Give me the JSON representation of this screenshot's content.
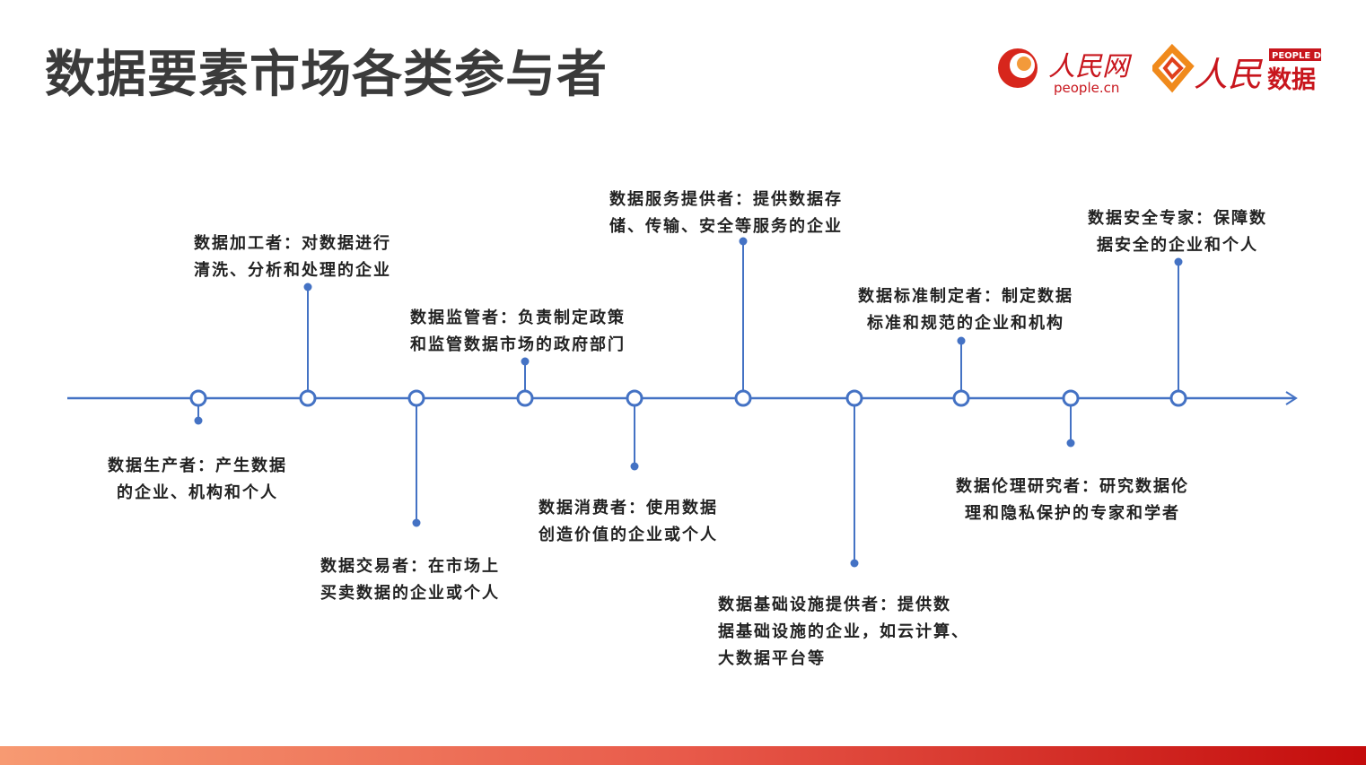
{
  "title": "数据要素市场各类参与者",
  "logos": {
    "people_cn": {
      "name": "人民网",
      "sub": "people.cn"
    },
    "people_data": {
      "name": "人民",
      "tag": "PEOPLE DATA",
      "sub": "数据"
    }
  },
  "colors": {
    "axis": "#4472C4",
    "title": "#3b3b3b"
  },
  "participants": [
    {
      "lines": [
        "数据生产者：产生数据",
        "的企业、机构和个人"
      ]
    },
    {
      "lines": [
        "数据加工者：对数据进行",
        "清洗、分析和处理的企业"
      ]
    },
    {
      "lines": [
        "数据交易者：在市场上",
        "买卖数据的企业或个人"
      ]
    },
    {
      "lines": [
        "数据监管者：负责制定政策",
        "和监管数据市场的政府部门"
      ]
    },
    {
      "lines": [
        "数据消费者：使用数据",
        "创造价值的企业或个人"
      ]
    },
    {
      "lines": [
        "数据服务提供者：提供数据存",
        "储、传输、安全等服务的企业"
      ]
    },
    {
      "lines": [
        "数据基础设施提供者：提供数",
        "据基础设施的企业，如云计算、",
        "大数据平台等"
      ]
    },
    {
      "lines": [
        "数据标准制定者：制定数据",
        "标准和规范的企业和机构"
      ]
    },
    {
      "lines": [
        "数据伦理研究者：研究数据伦",
        "理和隐私保护的专家和学者"
      ]
    },
    {
      "lines": [
        "数据安全专家：保障数",
        "据安全的企业和个人"
      ]
    }
  ]
}
